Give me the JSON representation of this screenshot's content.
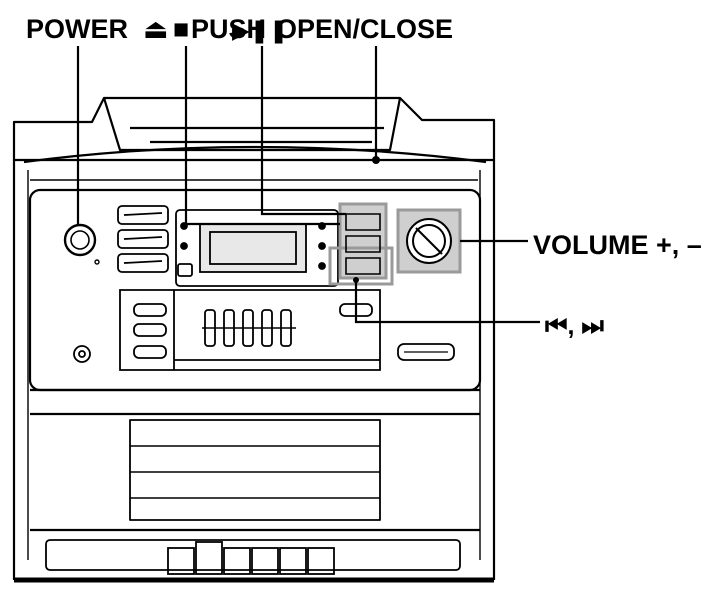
{
  "labels": {
    "top": [
      "POWER",
      "⏏",
      "■",
      "PUSH",
      "▶❚❚",
      "OPEN/CLOSE"
    ],
    "volume": "VOLUME +, –",
    "skip": "⏮, ⏭"
  },
  "colors": {
    "line": "#000000",
    "highlight": "#9a9a9a",
    "highlight_fill": "#cfcfcf",
    "display_fill": "#e8e8e8"
  }
}
